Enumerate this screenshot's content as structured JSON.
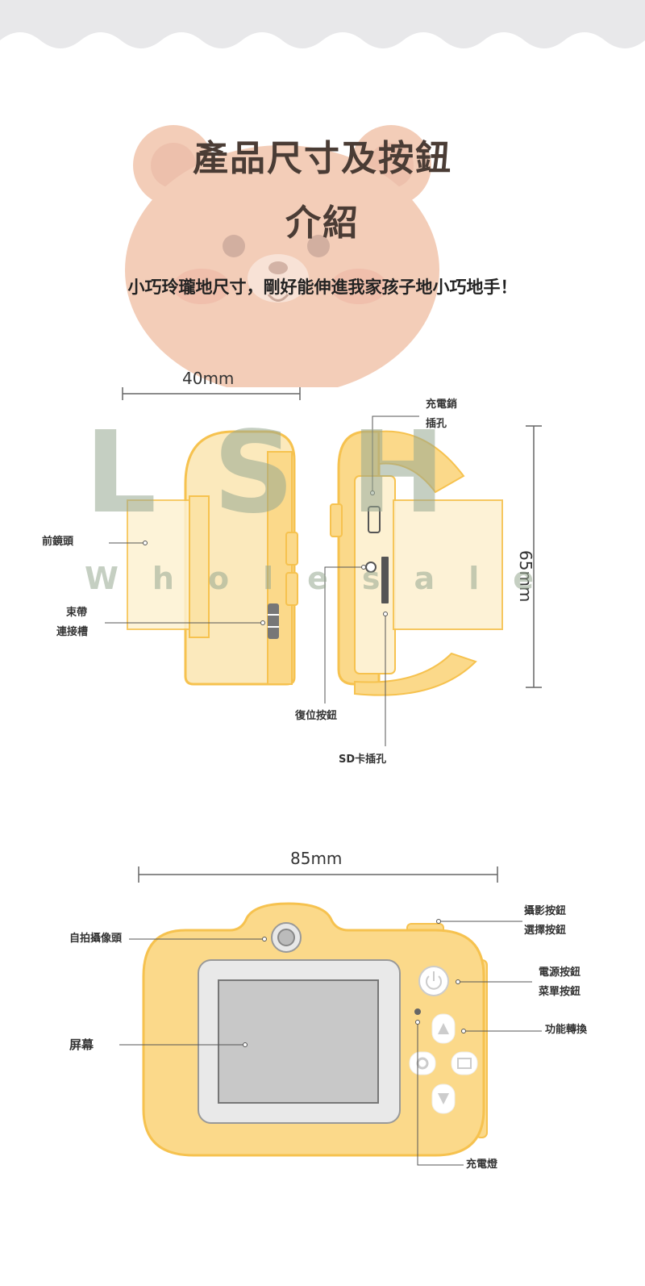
{
  "header": {
    "title_line1": "產品尺寸及按鈕",
    "title_line2": "介紹",
    "subtitle": "小巧玲瓏地尺寸，剛好能伸進我家孩子地小巧地手！"
  },
  "watermark": {
    "letters": [
      "L",
      "S",
      "H"
    ],
    "word": [
      "W",
      "h",
      "o",
      "l",
      "e",
      "s",
      "a",
      "l",
      "e"
    ]
  },
  "side_view": {
    "width_label": "40mm",
    "height_label": "65mm",
    "callouts": {
      "front_lens": "前鏡頭",
      "strap_slot_1": "束帶",
      "strap_slot_2": "連接槽",
      "charge_port_1": "充電銷",
      "charge_port_2": "插孔",
      "reset_button": "復位按鈕",
      "sd_slot": "SD卡插孔"
    }
  },
  "back_view": {
    "width_label": "85mm",
    "callouts": {
      "selfie_camera": "自拍攝像頭",
      "screen": "屏幕",
      "shutter_1": "攝影按鈕",
      "shutter_2": "選擇按鈕",
      "power_1": "電源按鈕",
      "power_2": "菜單按鈕",
      "function_switch": "功能轉換",
      "charge_light": "充電燈"
    }
  },
  "colors": {
    "camera_body": "#fbd98a",
    "camera_outline": "#f6c24f",
    "bear": "#f3cdb8",
    "wave": "#e8e8ea",
    "watermark": "#97a892"
  }
}
